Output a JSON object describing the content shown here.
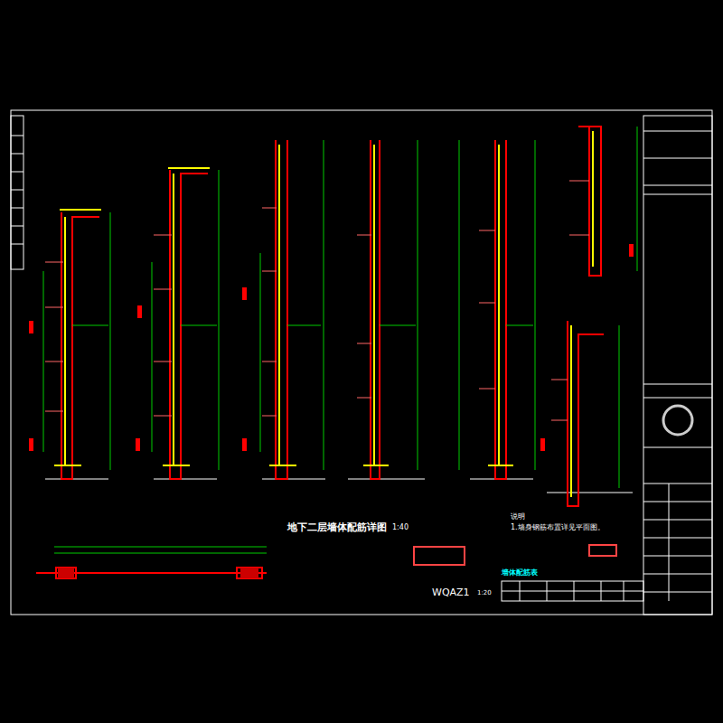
{
  "diagram": {
    "title": "地下二层墙体配筋详图",
    "labels": [
      "1:40",
      "WQAZ1",
      "1:20",
      "说明",
      "1.墙身钢筋布置详见平面图。",
      "墙体配筋表"
    ]
  }
}
